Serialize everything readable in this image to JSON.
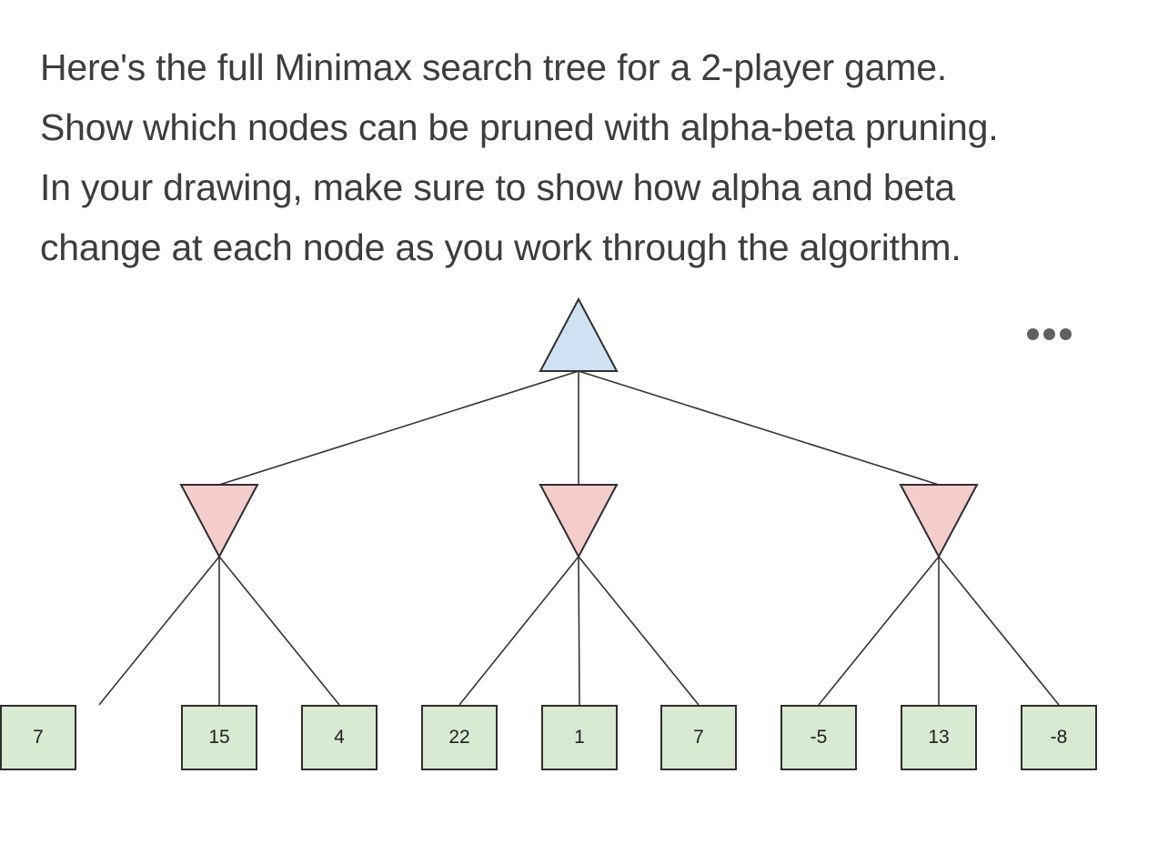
{
  "prompt": {
    "lines": [
      "Here's the full Minimax search tree for a 2-player game.",
      "Show which nodes can be pruned with alpha-beta pruning.",
      "In your drawing, make sure to show how alpha and beta",
      "change at each node as you work through the algorithm."
    ]
  },
  "menu": {
    "icon": "ellipsis-icon"
  },
  "tree": {
    "root": {
      "player": "MAX",
      "shape": "triangle-up"
    },
    "min_nodes": [
      {
        "player": "MIN",
        "shape": "triangle-down",
        "leaves": [
          "15",
          "4",
          "22"
        ]
      },
      {
        "player": "MIN",
        "shape": "triangle-down",
        "leaves": [
          "1",
          "7",
          "-5"
        ]
      },
      {
        "player": "MIN",
        "shape": "triangle-down",
        "leaves": [
          "13",
          "-8",
          "7"
        ]
      }
    ],
    "leaf_shape": "square"
  },
  "colors": {
    "page_bg": "#ffffff",
    "text": "#3d3d3d",
    "max_node_fill": "#cfe2f3",
    "min_node_fill": "#f4cccc",
    "leaf_fill": "#d9ead3",
    "leaf_text": "#212121",
    "node_border": "#2e2e2e",
    "edge": "#333333",
    "menu_dots": "#616161"
  }
}
